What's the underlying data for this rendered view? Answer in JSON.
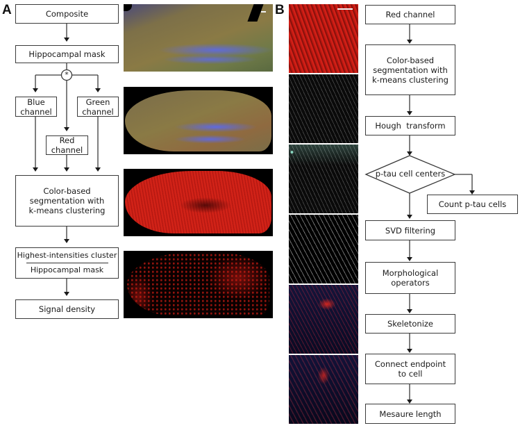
{
  "panel_a": {
    "label": "A",
    "flowchart": {
      "composite": "Composite",
      "hippocampal_mask": "Hippocampal mask",
      "split_symbol": "*",
      "blue_channel": "Blue channel",
      "green_channel": "Green channel",
      "red_channel": "Red channel",
      "segmentation": "Color-based segmentation with k-means clustering",
      "ratio_numerator": "Highest-intensities cluster",
      "ratio_denominator": "Hippocampal mask",
      "signal_density": "Signal density"
    },
    "images": [
      {
        "name": "composite-image",
        "description": "Hippocampal section composite (RGB)",
        "scale_bar": true
      },
      {
        "name": "masked-composite-image",
        "description": "Hippocampal mask applied to composite"
      },
      {
        "name": "red-channel-image",
        "description": "Red channel of masked section"
      },
      {
        "name": "highest-intensity-cluster-image",
        "description": "Highest-intensities cluster"
      }
    ]
  },
  "panel_b": {
    "label": "B",
    "flowchart": {
      "red_channel": "Red channel",
      "segmentation": "Color-based segmentation with k-means clustering",
      "hough": "Hough  transform",
      "decision": "p-tau cell centers",
      "count": "Count p-tau cells",
      "svd": "SVD filtering",
      "morph": "Morphological operators",
      "skeletonize": "Skeletonize",
      "connect": "Connect endpoint to cell",
      "measure": "Mesaure length"
    },
    "images": [
      {
        "name": "red-channel-crop",
        "scale_bar": true
      },
      {
        "name": "segmentation-crop"
      },
      {
        "name": "hough-centers-crop"
      },
      {
        "name": "svd-filtered-crop"
      },
      {
        "name": "skeleton-overlay-crop"
      },
      {
        "name": "length-overlay-crop"
      }
    ]
  },
  "colors": {
    "stroke": "#3a3a3a",
    "red_signal": "#e0231a",
    "blue_signal": "#4a5ee8",
    "tissue_olive": "#8a7a45",
    "background_dark": "#000000"
  }
}
